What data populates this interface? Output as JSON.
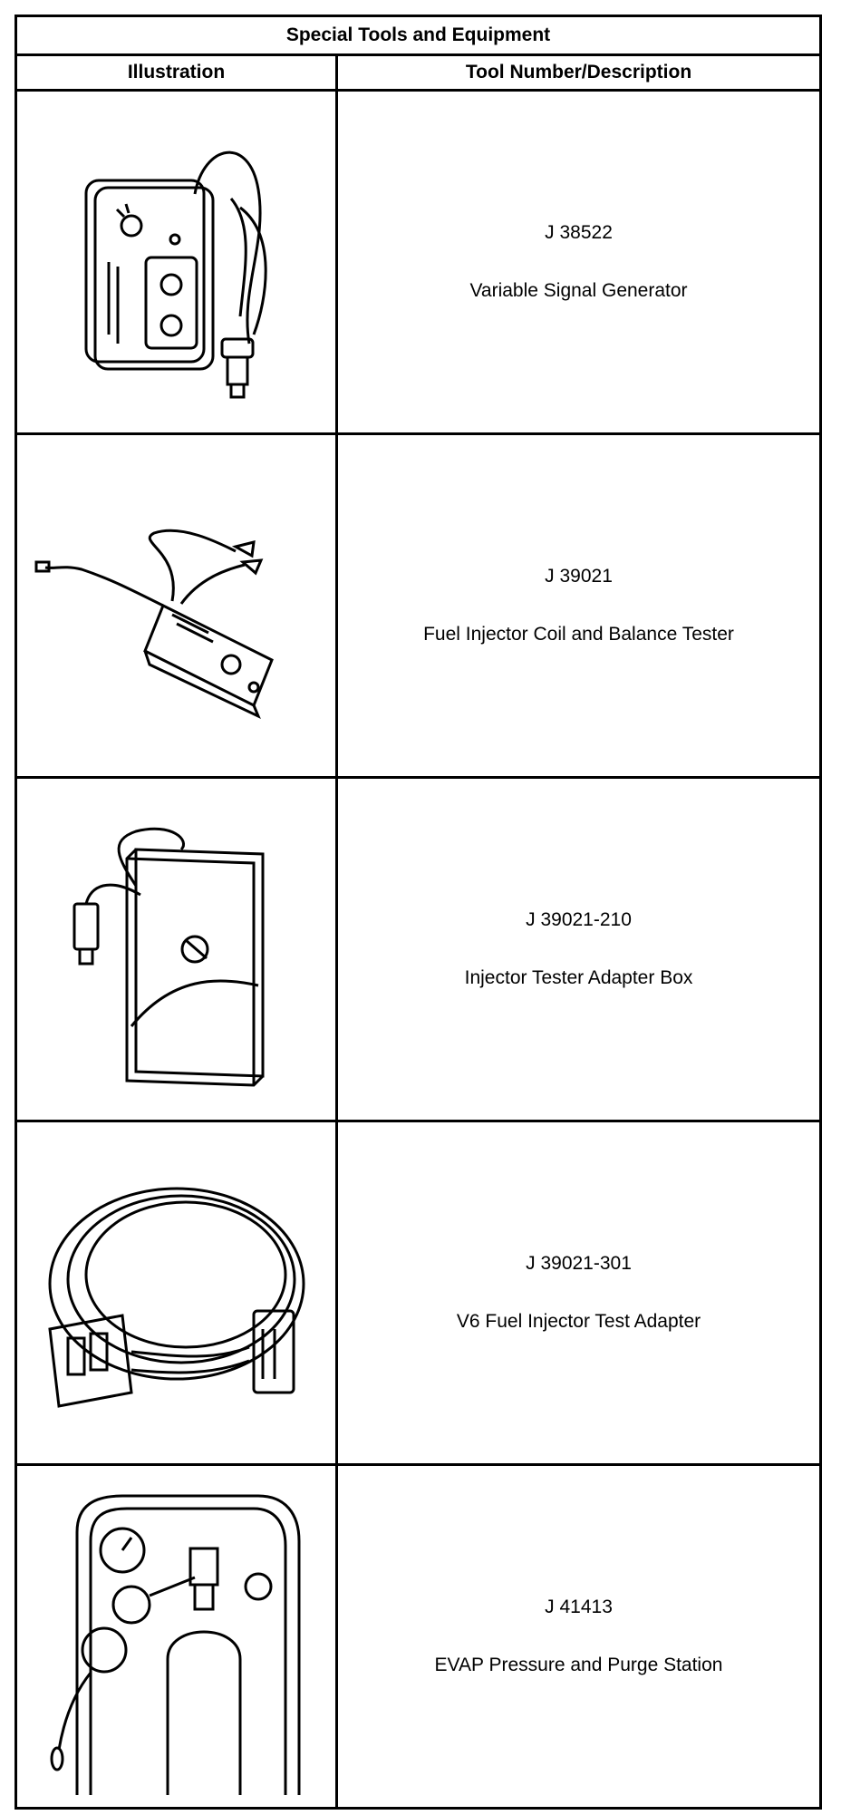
{
  "table": {
    "title": "Special Tools and Equipment",
    "headers": [
      "Illustration",
      "Tool Number/Description"
    ],
    "rows": [
      {
        "number": "J 38522",
        "description": "Variable Signal Generator",
        "illustration_icon": "signal-generator-icon"
      },
      {
        "number": "J 39021",
        "description": "Fuel Injector Coil and Balance Tester",
        "illustration_icon": "injector-tester-icon"
      },
      {
        "number": "J 39021-210",
        "description": "Injector Tester Adapter Box",
        "illustration_icon": "adapter-box-icon"
      },
      {
        "number": "J 39021-301",
        "description": "V6 Fuel Injector Test Adapter",
        "illustration_icon": "test-adapter-cable-icon"
      },
      {
        "number": "J 41413",
        "description": "EVAP Pressure and Purge Station",
        "illustration_icon": "purge-station-icon"
      }
    ]
  }
}
